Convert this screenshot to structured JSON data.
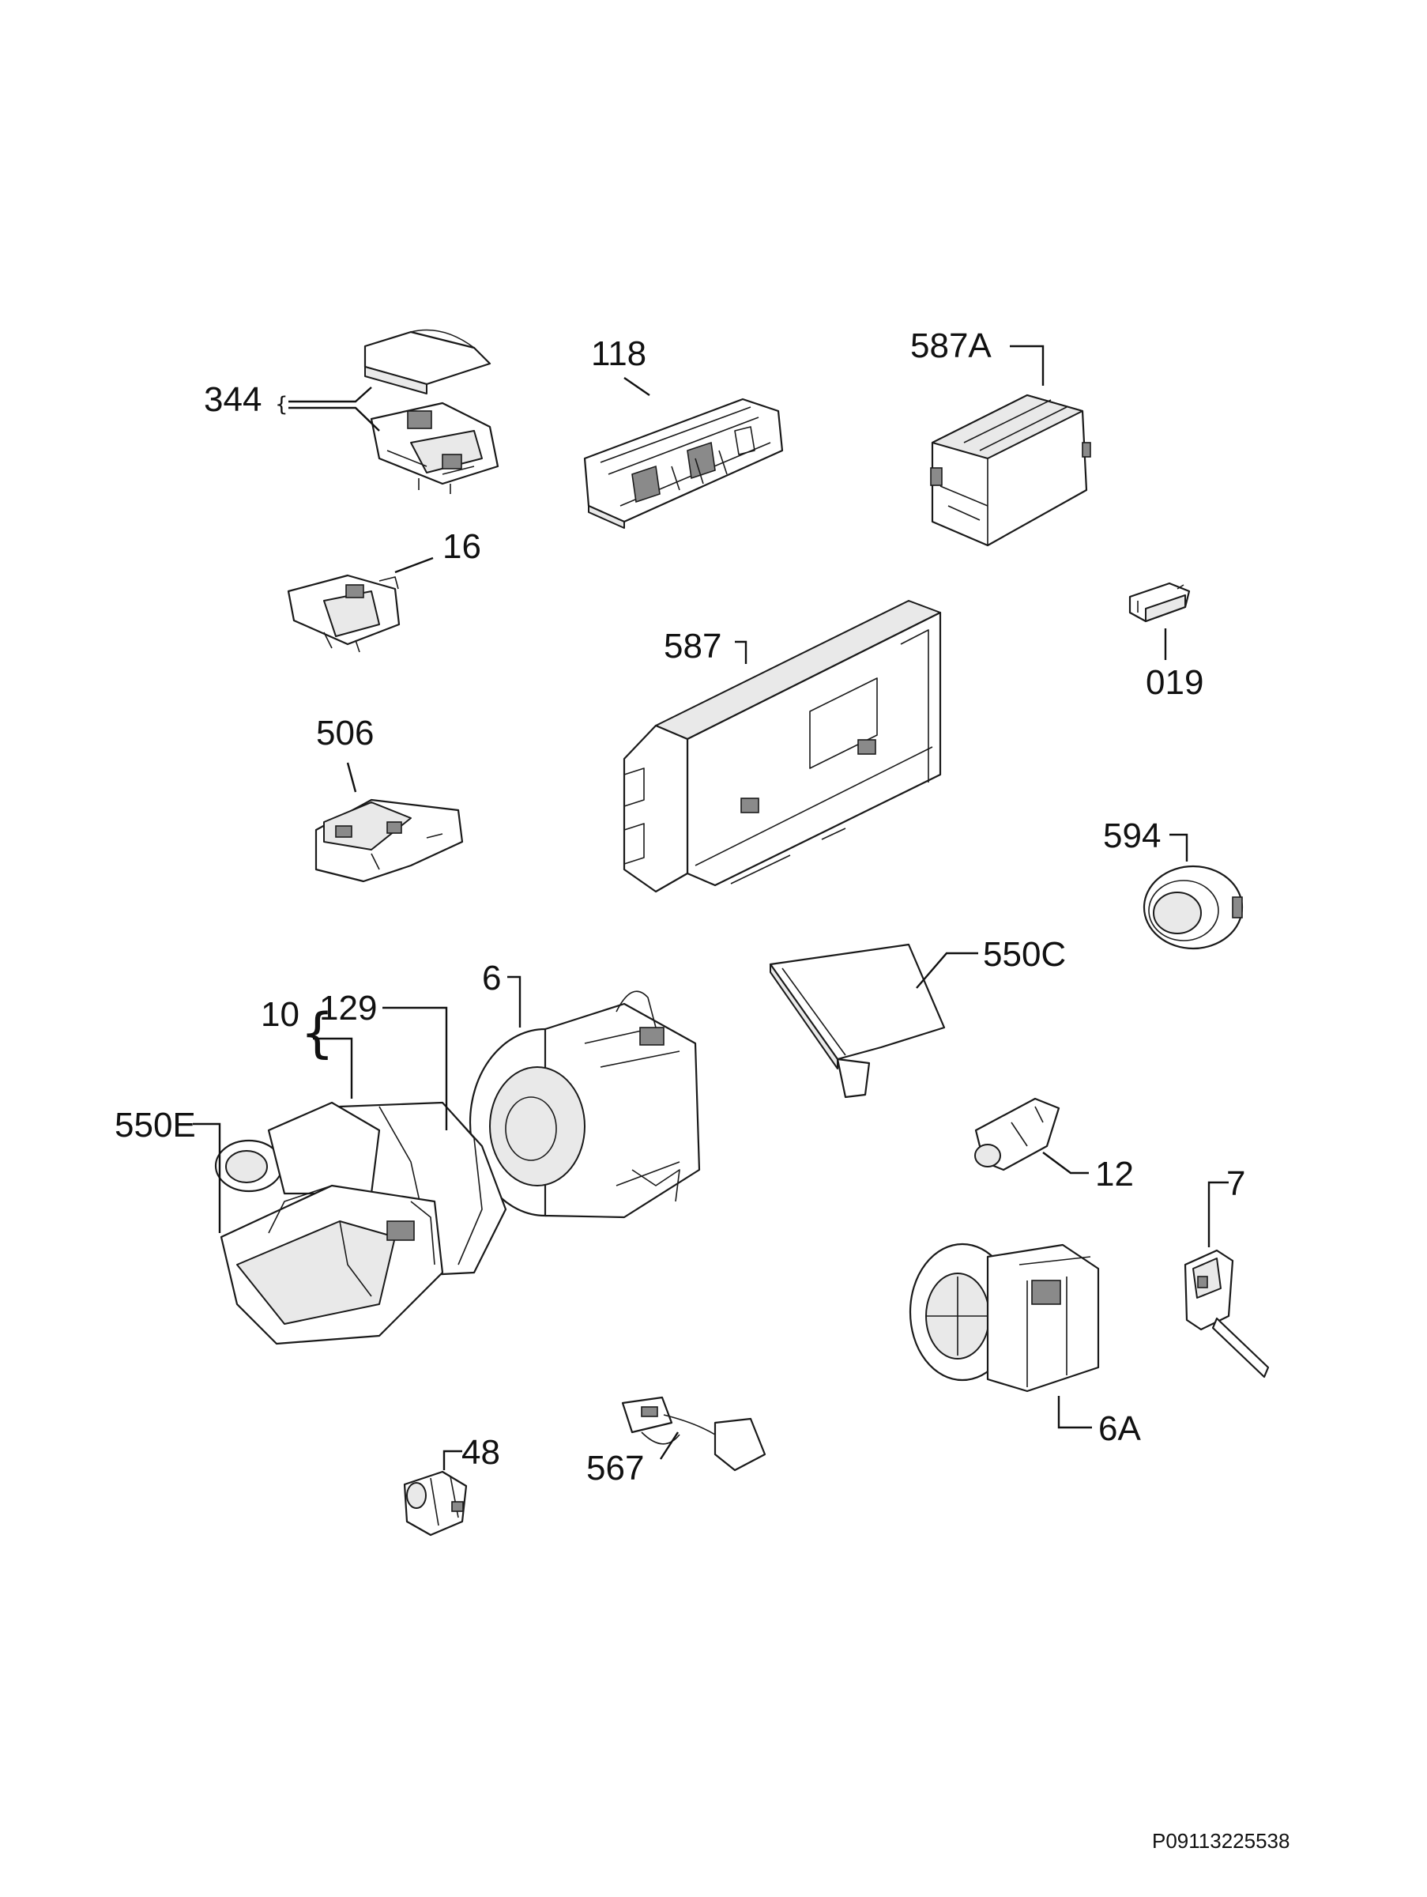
{
  "labels": {
    "p344": "344",
    "p118": "118",
    "p587A": "587A",
    "p16": "16",
    "p019": "019",
    "p587": "587",
    "p506": "506",
    "p594": "594",
    "p6": "6",
    "p550C": "550C",
    "p10": "10",
    "p129": "129",
    "p550E": "550E",
    "p12": "12",
    "p7": "7",
    "p6A": "6A",
    "p48": "48",
    "p567": "567"
  },
  "reference": "P09113225538"
}
